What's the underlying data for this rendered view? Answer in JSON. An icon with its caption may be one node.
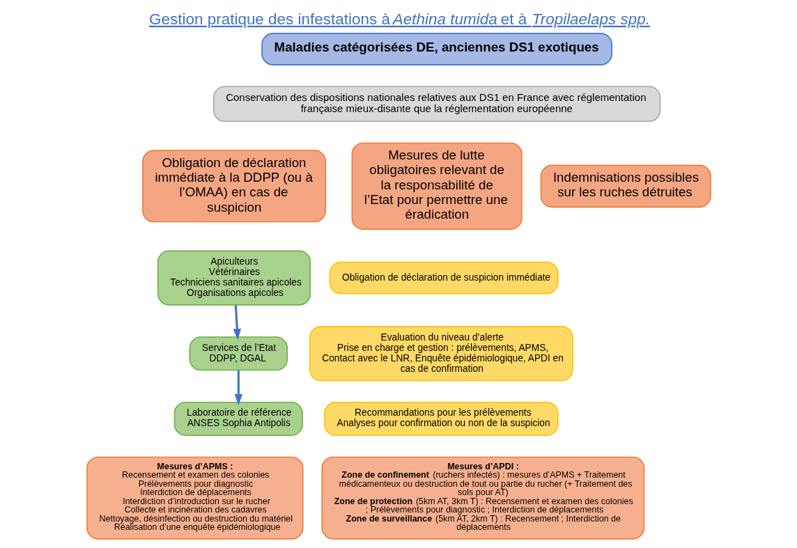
{
  "diagram": {
    "title": "Gestion pratique des infestations à *Aethina tumida* et à *Tropilaelaps spp.*",
    "nodes": [
      {
        "text": [
          "Maladies catégorisées DE, anciennes DS1 exotiques"
        ]
      },
      {
        "text": [
          "Conservation des dispositions nationales relatives aux DS1 en France avec réglementation française mieux-disante que la réglementation européenne"
        ]
      },
      {
        "text": [
          "Obligation de déclaration immédiate à la DDPP (ou à l’OMAA) en cas de suspicion"
        ]
      },
      {
        "text": [
          "Mesures de lutte obligatoires relevant de la responsabilité de l’Etat pour permettre une éradication"
        ]
      },
      {
        "text": [
          "Indemnisations possibles sur les ruches détruites"
        ]
      },
      {
        "text": [
          "Apiculteurs",
          "Vétérinaires",
          "Techniciens sanitaires apicoles",
          "Organisations apicoles"
        ]
      },
      {
        "text": [
          "Obligation de déclaration de suspicion immédiate"
        ]
      },
      {
        "text": [
          "Services de l’Etat",
          "DDPP, DGAL"
        ]
      },
      {
        "text": [
          "Evaluation du niveau d’alerte",
          "Prise en charge et gestion : prélèvements, APMS, Contact avec le LNR, Enquête épidémiologique, APDI en cas de confirmation"
        ]
      },
      {
        "text": [
          "Laboratoire de référence",
          "ANSES Sophia Antipolis"
        ]
      },
      {
        "text": [
          "Recommandations pour les prélèvements",
          "Analyses pour confirmation ou non de la suspicion"
        ]
      },
      {
        "text": [
          "Mesures d’APMS :",
          "Recensement et examen des colonies",
          "Prélèvements pour diagnostic",
          "Interdiction de déplacements",
          "Interdiction d’introduction sur le rucher",
          "Collecte et incinération des cadavres",
          "Nettoyage, désinfection ou destruction du matériel",
          "Réalisation d’une enquête épidémiologique"
        ]
      },
      {
        "text": [
          "Mesures d’APDI :",
          "**Zone de confinement** (ruchers infectés) : mesures d’APMS + Traitement médicamenteux ou destruction de tout ou partie du rucher (+ Traitement des sols pour AT)",
          "**Zone de protection** (5km AT, 3km T) : Recensement et examen des colonies ; Prélèvements pour diagnostic ; Interdiction de déplacements",
          "**Zone de surveillance** (5km AT, 2km T) : Recensement ; Interdiction de déplacements"
        ]
      }
    ],
    "edges": [
      {
        "from": 5,
        "to": 7,
        "arrow": "to"
      },
      {
        "from": 7,
        "to": 9,
        "arrow": "to"
      }
    ]
  }
}
